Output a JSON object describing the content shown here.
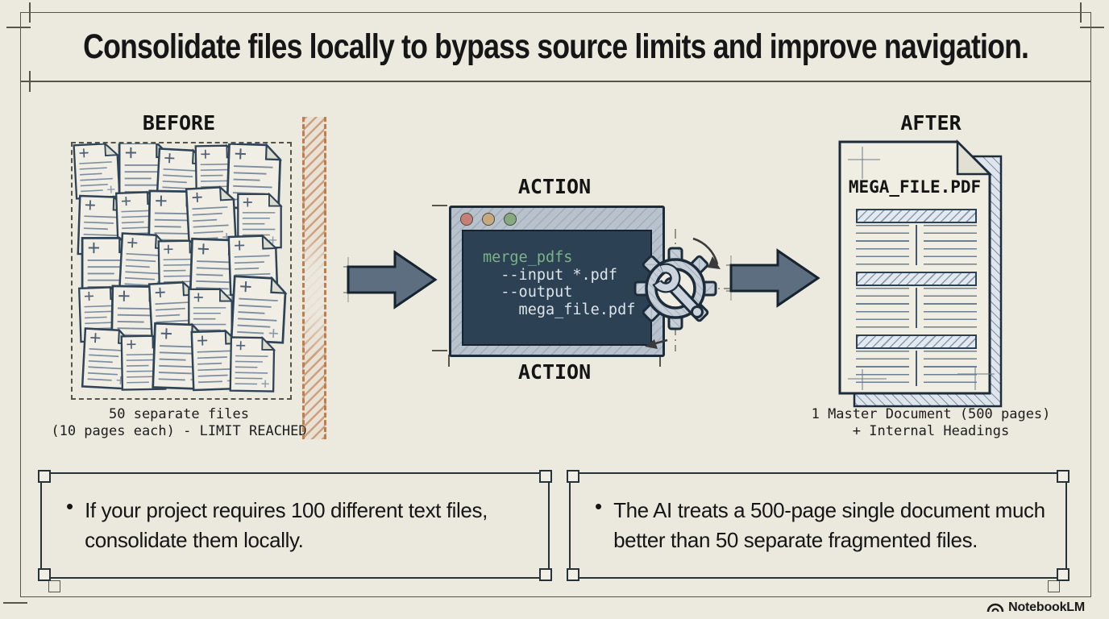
{
  "title": "Consolidate files locally to bypass source limits and improve navigation.",
  "before": {
    "label": "BEFORE",
    "caption_line1": "50 separate files",
    "caption_line2": "(10 pages each) - LIMIT REACHED"
  },
  "action": {
    "label_top": "ACTION",
    "label_bottom": "ACTION",
    "terminal": {
      "line1": "merge_pdfs",
      "line2": "  --input *.pdf",
      "line3": "  --output",
      "line4": "    mega_file.pdf"
    }
  },
  "after": {
    "label": "AFTER",
    "doc_title": "MEGA_FILE.PDF",
    "caption_line1": "1 Master Document (500 pages)",
    "caption_line2": "+ Internal Headings"
  },
  "notes": {
    "bullet_char": "•",
    "left_bullet": "If your project requires 100 different text files, consolidate them locally.",
    "right_bullet": "The AI treats a 500-page single document much better than 50 separate fragmented files."
  },
  "footer": {
    "brand": "NotebookLM"
  },
  "colors": {
    "background": "#ece9df",
    "ink": "#1d2c3a",
    "accent_orange": "#bf7c4c",
    "terminal_frame": "#b7c2cd",
    "terminal_screen": "#2c4254",
    "code_green": "#7cb287",
    "code_light": "#dde3e8",
    "arrow_fill": "#5d6e80",
    "dot_red": "#c57f76",
    "dot_yellow": "#c8a87e",
    "dot_green": "#85aa7f"
  }
}
